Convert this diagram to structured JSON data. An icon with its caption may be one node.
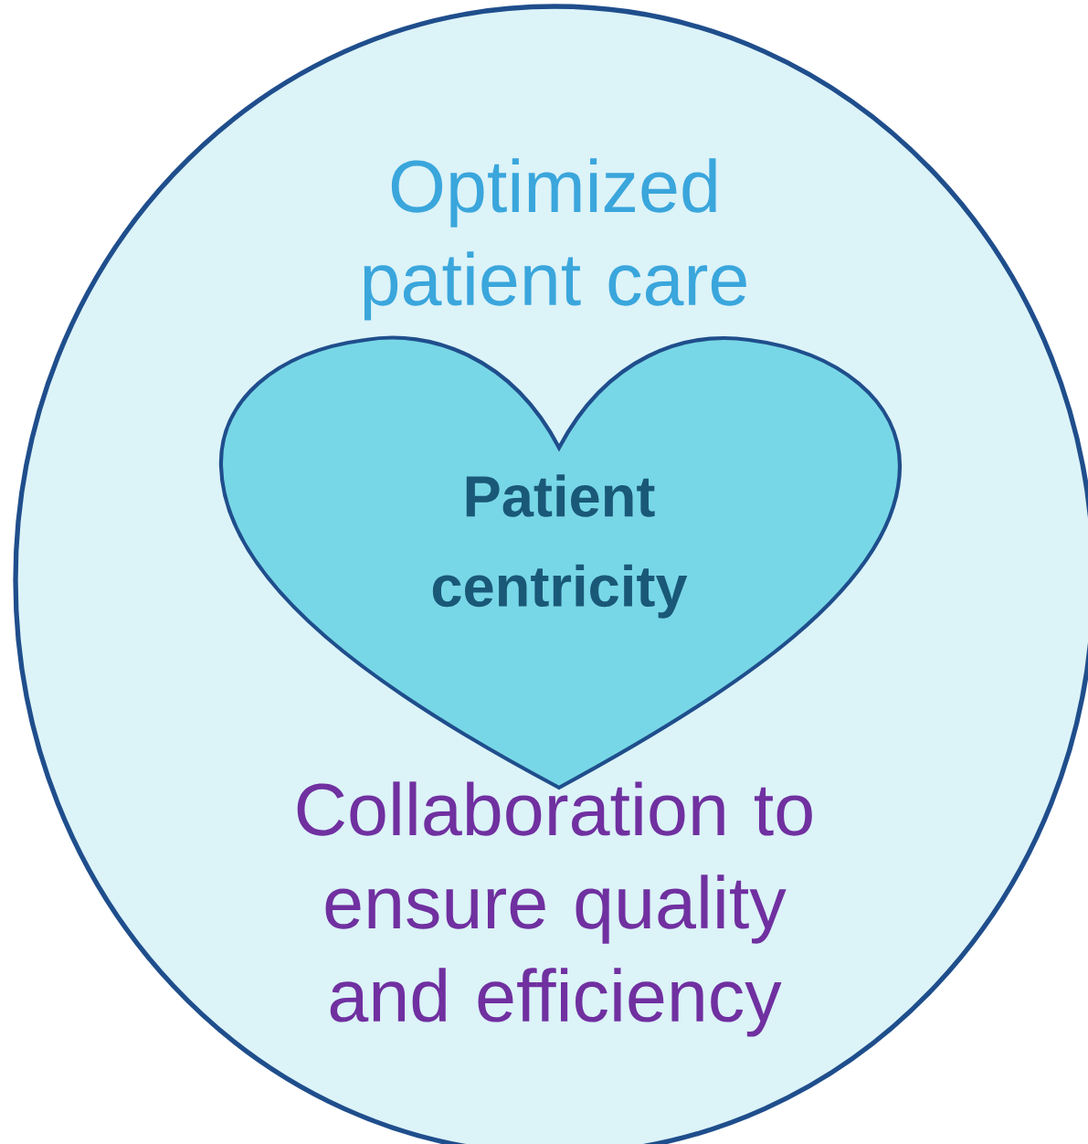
{
  "diagram": {
    "nodes": [
      {
        "text": [
          "Optimized patient care",
          "Collaboration to ensure quality and efficiency"
        ]
      },
      {
        "text": [
          "Patient centricity"
        ],
        "in": 0
      }
    ]
  }
}
